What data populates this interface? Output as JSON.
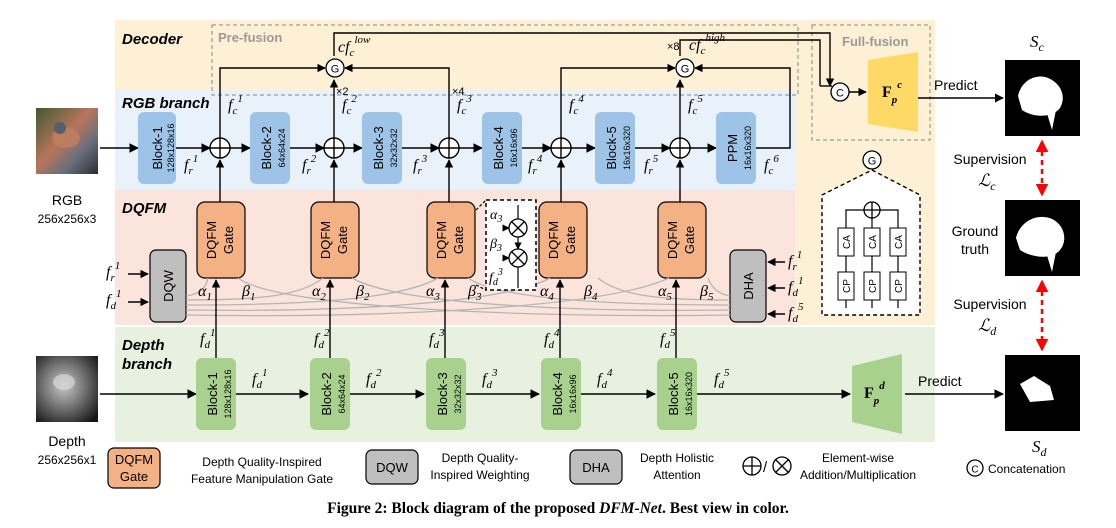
{
  "rows": {
    "decoder": "Decoder",
    "rgb": "RGB branch",
    "dqfm": "DQFM",
    "depth_l1": "Depth",
    "depth_l2": "branch"
  },
  "regions": {
    "prefusion": "Pre-fusion",
    "fullfusion": "Full-fusion"
  },
  "inputs": {
    "rgb": "RGB",
    "rgb_size": "256x256x3",
    "depth": "Depth",
    "depth_size": "256x256x1"
  },
  "blocks": {
    "rgb": [
      {
        "name": "Block-1",
        "size": "128x128x16"
      },
      {
        "name": "Block-2",
        "size": "64x64x24"
      },
      {
        "name": "Block-3",
        "size": "32x32x32"
      },
      {
        "name": "Block-4",
        "size": "16x16x96"
      },
      {
        "name": "Block-5",
        "size": "16x16x320"
      },
      {
        "name": "PPM",
        "size": "16x16x320"
      }
    ],
    "depth": [
      {
        "name": "Block-1",
        "size": "128x128x16"
      },
      {
        "name": "Block-2",
        "size": "64x64x24"
      },
      {
        "name": "Block-3",
        "size": "32x32x32"
      },
      {
        "name": "Block-4",
        "size": "16x16x96"
      },
      {
        "name": "Block-5",
        "size": "16x16x320"
      }
    ]
  },
  "gates": {
    "l1": "DQFM",
    "l2": "Gate"
  },
  "dqw": "DQW",
  "dha": "DHA",
  "g": "G",
  "c": "C",
  "cp": "CP",
  "ca": "CA",
  "fc_low": "low",
  "fc_high": "high",
  "mult": {
    "x2": "×2",
    "x4": "×4",
    "x8": "×8"
  },
  "predict": "Predict",
  "supervision": "Supervision",
  "ground_truth": {
    "l1": "Ground",
    "l2": "truth"
  },
  "legend": {
    "dqfm_box_l1": "DQFM",
    "dqfm_box_l2": "Gate",
    "dqfm_desc_l1": "Depth Quality-Inspired",
    "dqfm_desc_l2": "Feature Manipulation Gate",
    "dqw_box": "DQW",
    "dqw_desc_l1": "Depth Quality-",
    "dqw_desc_l2": "Inspired Weighting",
    "dha_box": "DHA",
    "dha_desc_l1": "Depth Holistic",
    "dha_desc_l2": "Attention",
    "ops_l1": "Element-wise",
    "ops_l2": "Addition/Multiplication",
    "concat": "Concatenation"
  },
  "caption": {
    "pre": "Figure 2: Block diagram of the proposed ",
    "name": "DFM-Net",
    "post": ". Best view in color."
  },
  "colors": {
    "decoder_bg": "#fdf0d4",
    "rgb_bg": "#e9f1fb",
    "dqfm_bg": "#fbe4dc",
    "depth_bg": "#e8f1e0",
    "rgb_block": "#9dc3e6",
    "depth_block": "#a9d18e",
    "gate": "#f4b183",
    "gray_box": "#bfbfbf",
    "fp_c": "#ffd966",
    "fp_d": "#a9d18e",
    "supervision": "#ff0000"
  }
}
